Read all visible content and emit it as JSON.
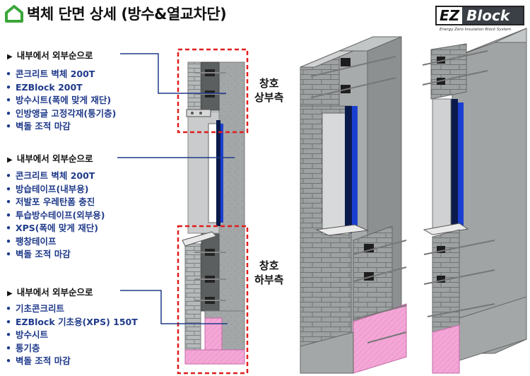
{
  "title": "벽체 단면 상세 (방수&열교차단)",
  "logo": {
    "ez": "EZ",
    "block": "Block",
    "subtitle": "Energy Zero Insulation Block System"
  },
  "sections": [
    {
      "heading": "내부에서 외부순으로",
      "items": [
        "콘크리트 벽체 200T",
        "EZBlock 200T",
        "방수시트(폭에 맞게 재단)",
        "인방앵글 고정각재(통기층)",
        "벽돌 조적 마감"
      ]
    },
    {
      "heading": "내부에서 외부순으로",
      "items": [
        "콘크리트 벽체 200T",
        "방습테이프(내부용)",
        "저발포 우레탄폼 충진",
        "투습방수테이프(외부용)",
        "XPS(폭에 맞게 재단)",
        "팽창테이프",
        "벽돌 조적 마감"
      ]
    },
    {
      "heading": "내부에서 외부순으로",
      "items": [
        "기초콘크리트",
        "EZBlock 기초용(XPS) 150T",
        "방수시트",
        "통기층",
        "벽돌 조적 마감"
      ]
    }
  ],
  "labels": {
    "upper": [
      "창호",
      "상부측"
    ],
    "lower": [
      "창호",
      "하부측"
    ]
  },
  "colors": {
    "accent_list": "#1f3a8a",
    "callout_line": "#1f3a8a",
    "highlight_box": "#e21d1d",
    "home_icon": "#3aa63a",
    "concrete": "#9ea2a3",
    "brick": "#b3b6b7",
    "insulation_pink": "#f4a6d7",
    "membrane": "#0a1a4a"
  }
}
